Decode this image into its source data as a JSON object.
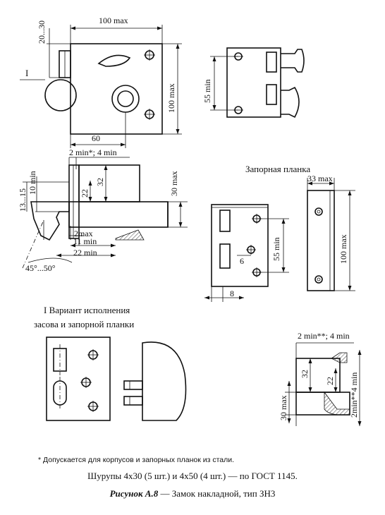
{
  "view_labels": {
    "variant_line1": "I Вариант исполнения",
    "variant_line2": "засова и запорной планки",
    "strike_plate": "Запорная планка",
    "callout_I": "I"
  },
  "dimensions": {
    "d100max_top": "100 max",
    "d20_30": "20...30",
    "d100max_side": "100 max",
    "d60": "60",
    "d55min_small": "55 min",
    "d2min4min": "2 min*; 4 min",
    "d13_15": "13...15",
    "d10min": "10 min",
    "d22": "22",
    "d32": "32",
    "d30max": "30 max",
    "d2max": "2max",
    "d11min": "11 min",
    "d22min": "22 min",
    "d45_50": "45°...50°",
    "d33max": "33 max",
    "d55min_strike": "55 min",
    "d6": "6",
    "d8": "8",
    "d100max_strike": "100 max",
    "d2min4min_detail": "2 min**; 4 min",
    "d32_detail": "32",
    "d22_detail": "22",
    "d4min_detail": "2min**4 min",
    "d30max_detail": "30 max"
  },
  "notes": {
    "footnote": "* Допускается для корпусов и запорных планок из стали.",
    "screws": "Шурупы 4х30 (5 шт.) и 4х50 (4 шт.) — по ГОСТ 1145.",
    "caption_lead": "Рисунок А.8",
    "caption_rest": " — Замок накладной, тип ЗН3"
  }
}
